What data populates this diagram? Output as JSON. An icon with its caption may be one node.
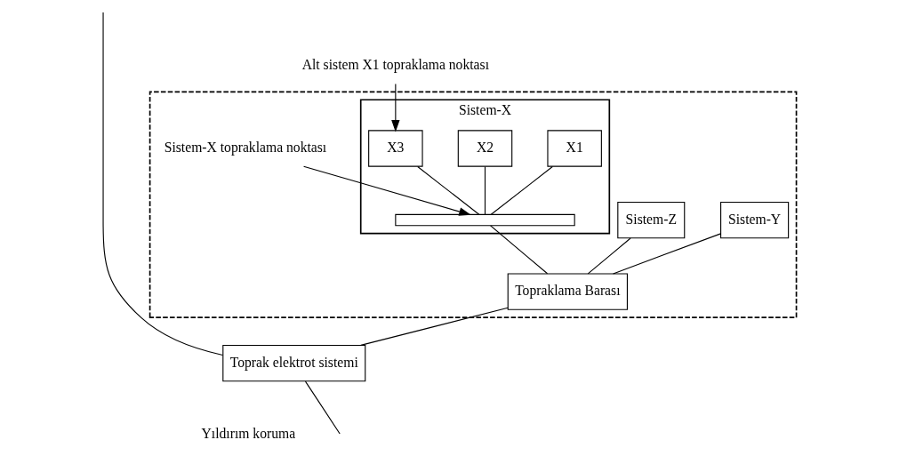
{
  "diagram": {
    "nodes": [
      {
        "text": [],
        "shape": "box"
      },
      {
        "text": [
          "Sistem-Y"
        ],
        "in": 0
      },
      {
        "text": [
          "Sistem-X"
        ],
        "in": 0
      },
      {
        "text": [
          "X1"
        ],
        "in": 2
      },
      {
        "text": [
          "X2"
        ],
        "in": 2
      },
      {
        "text": [
          "X3"
        ],
        "in": 2
      },
      {
        "text": [],
        "shape": "bar",
        "in": 2
      },
      {
        "text": [
          "Sistem-Z"
        ],
        "in": 0
      },
      {
        "text": [
          "Topraklama Barası"
        ],
        "in": 0
      },
      {
        "text": [
          "Toprak elektrot sistemi"
        ]
      },
      {
        "text": [
          "Alt sistem X1 topraklama noktası"
        ]
      },
      {
        "text": [
          "Sistem-X topraklama noktası"
        ],
        "in": 0
      }
    ],
    "edges": [
      {
        "from": 3,
        "to": 6,
        "arrow": "none"
      },
      {
        "from": 4,
        "to": 6,
        "arrow": "none"
      },
      {
        "from": 5,
        "to": 6,
        "arrow": "none"
      },
      {
        "from": 1,
        "to": 8,
        "arrow": "none"
      },
      {
        "from": 7,
        "to": 8,
        "arrow": "none"
      },
      {
        "from": 6,
        "to": 8,
        "arrow": "none"
      },
      {
        "from": 8,
        "to": 9,
        "arrow": "none"
      },
      {
        "from": null,
        "to": 9,
        "arrow": "none"
      },
      {
        "from": 9,
        "to": null,
        "arrow": "none"
      },
      {
        "from": 10,
        "to": 5,
        "arrow": "to"
      },
      {
        "from": 11,
        "to": 6,
        "arrow": "to"
      }
    ],
    "labels": [
      "Yıldırım koruma"
    ]
  }
}
